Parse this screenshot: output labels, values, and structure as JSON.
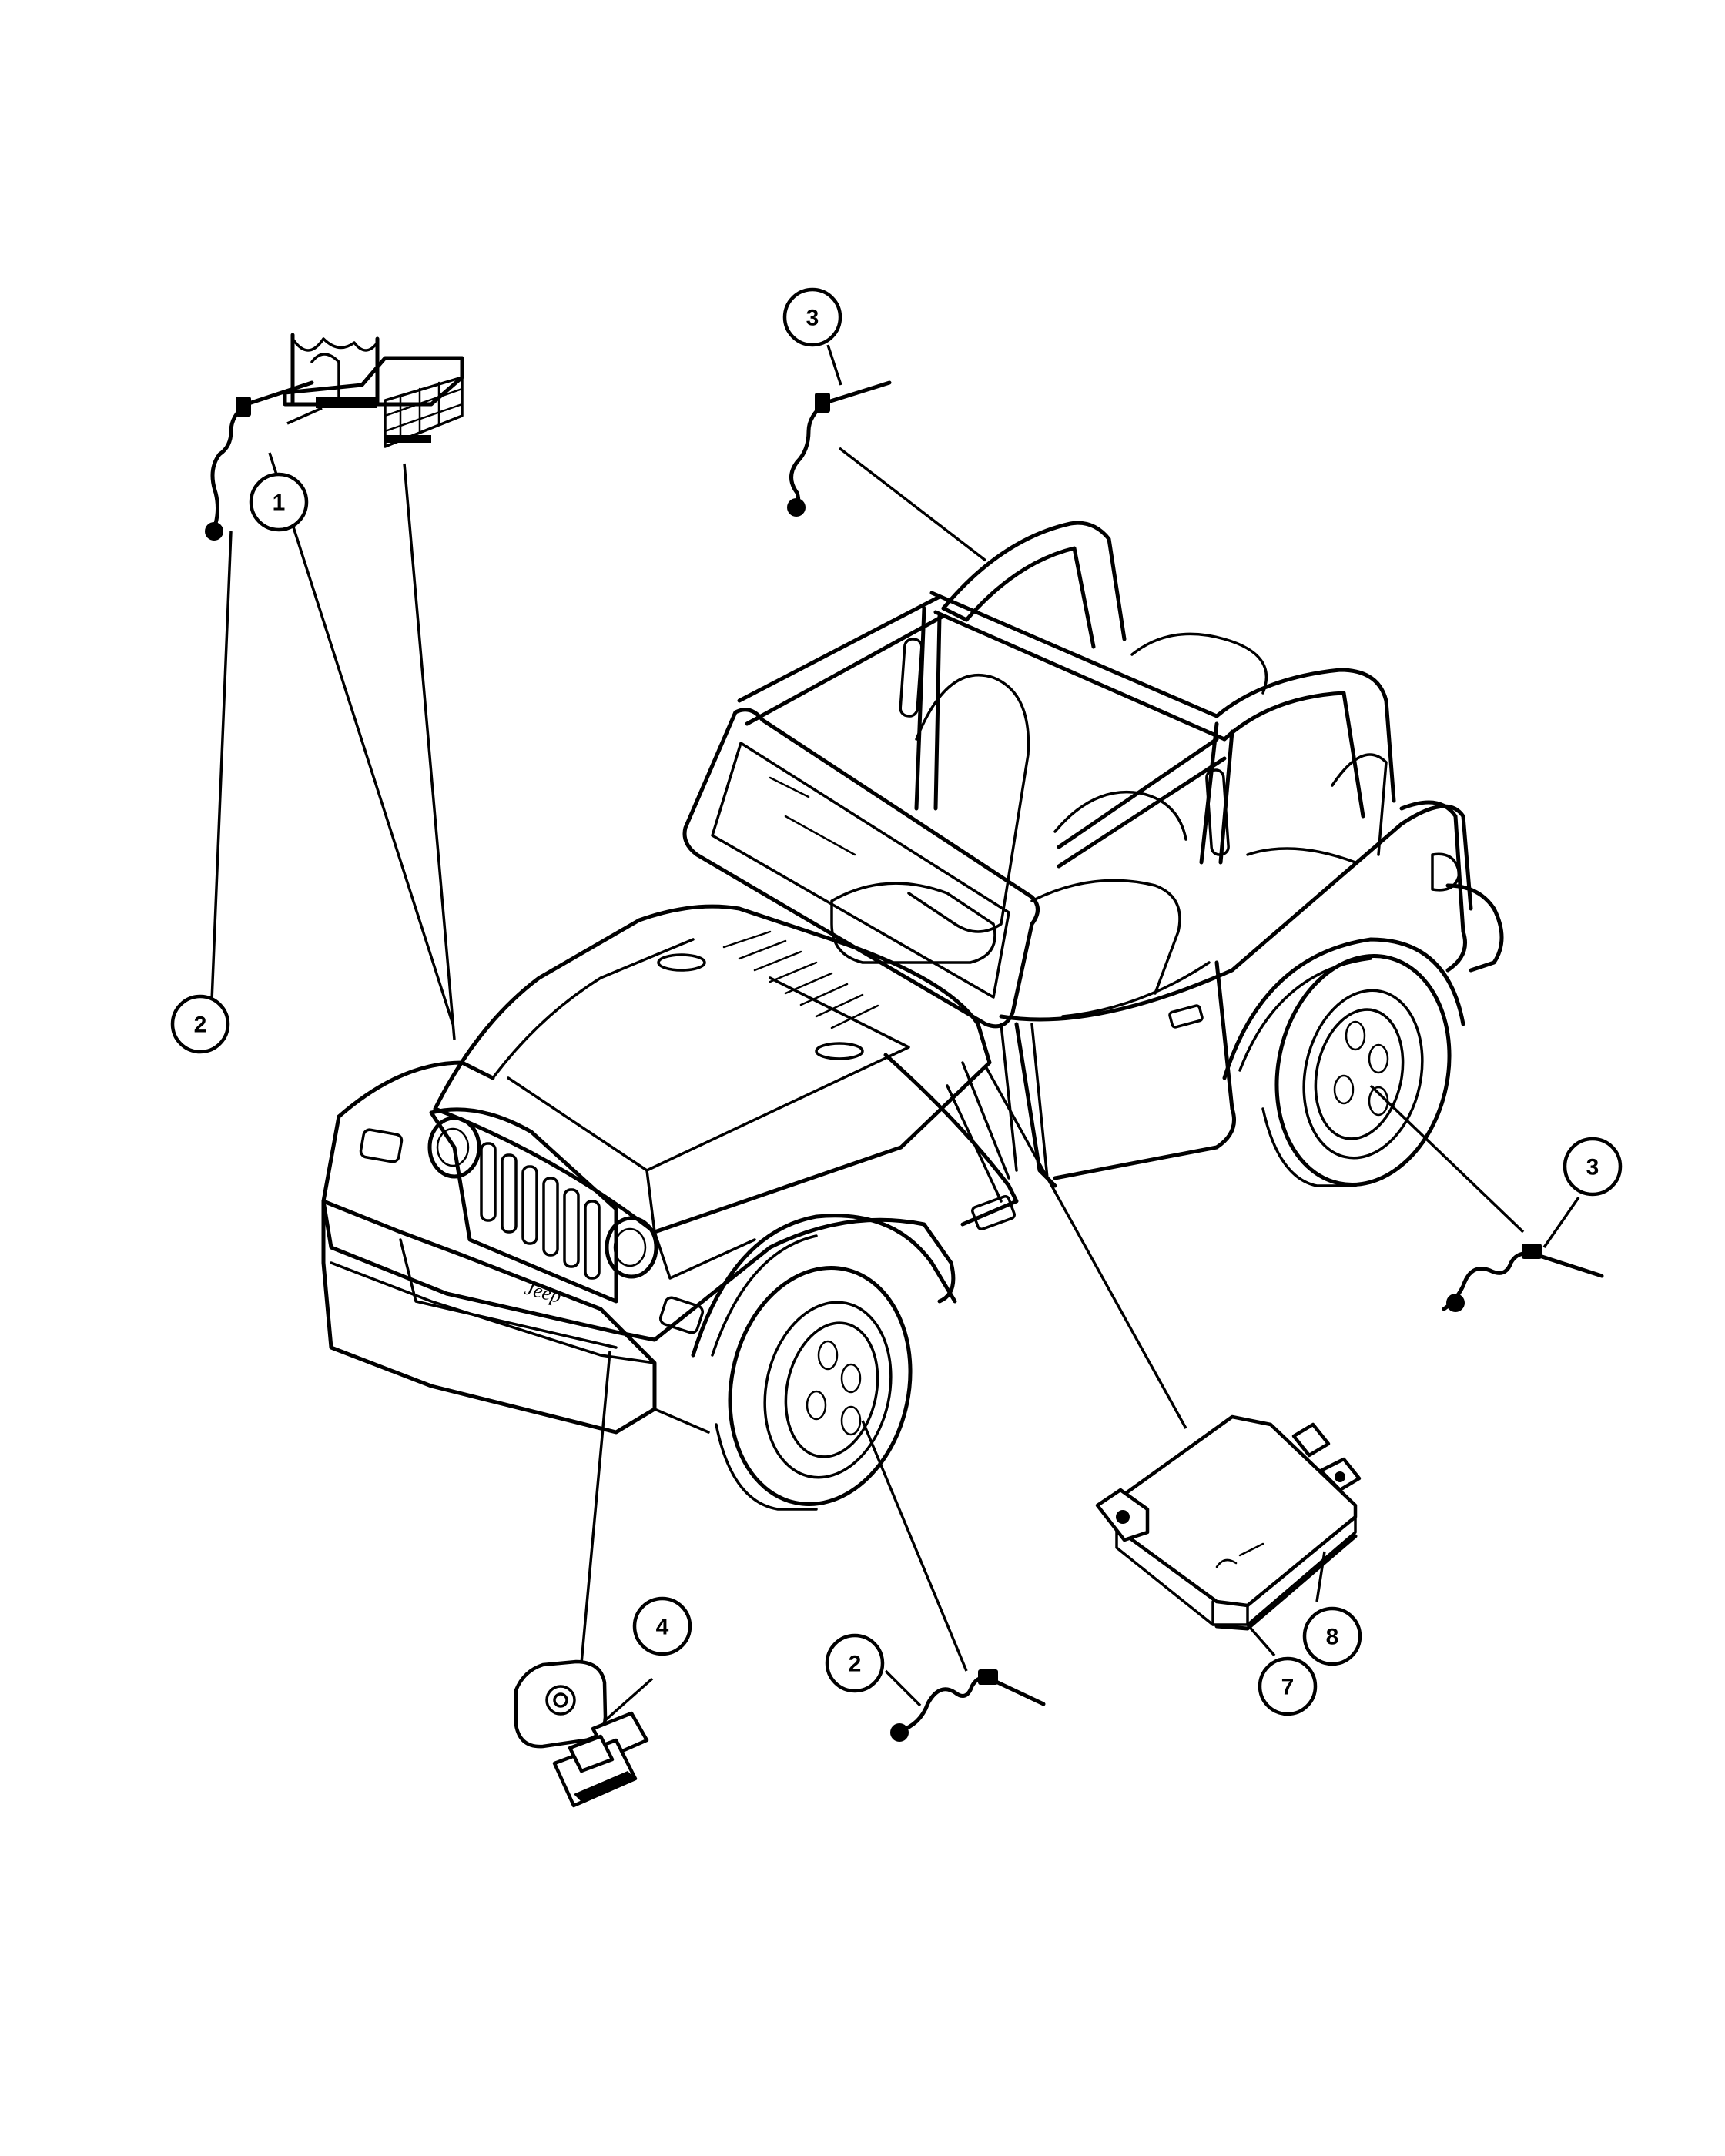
{
  "callouts": [
    {
      "id": "c1",
      "label": "1"
    },
    {
      "id": "c2a",
      "label": "2"
    },
    {
      "id": "c2b",
      "label": "2"
    },
    {
      "id": "c3a",
      "label": "3"
    },
    {
      "id": "c3b",
      "label": "3"
    },
    {
      "id": "c4",
      "label": "4"
    },
    {
      "id": "c7",
      "label": "7"
    },
    {
      "id": "c8",
      "label": "8"
    }
  ],
  "badge_text": "Jeep"
}
